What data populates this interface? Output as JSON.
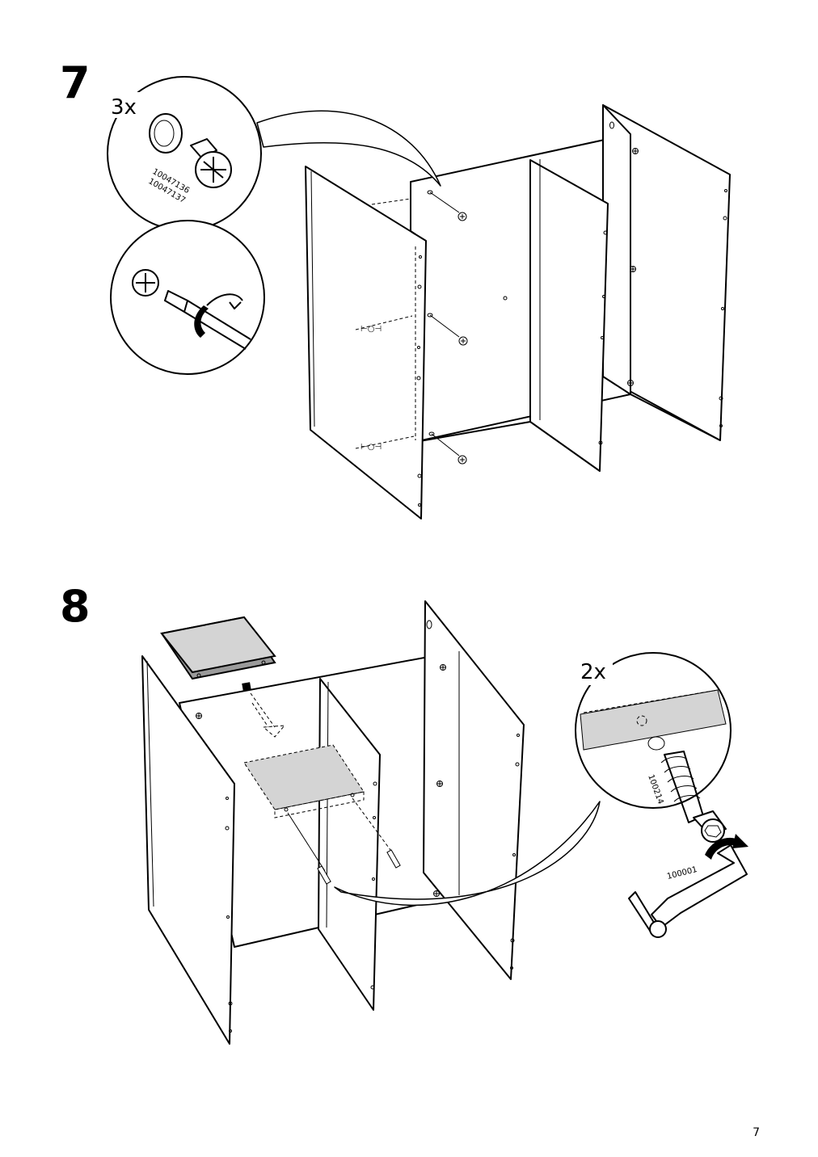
{
  "steps": [
    {
      "number": "7",
      "callouts": [
        {
          "quantity": "3x",
          "part_numbers": [
            "10047136",
            "10047137"
          ],
          "icon": "cam-lock-fitting-icon"
        },
        {
          "icon": "screwdriver-turn-icon"
        }
      ]
    },
    {
      "number": "8",
      "callouts": [
        {
          "quantity": "2x",
          "part_numbers": [
            "100214"
          ],
          "icon": "dowel-screw-icon"
        },
        {
          "part_numbers": [
            "100001"
          ],
          "icon": "allen-key-icon"
        }
      ]
    }
  ],
  "page": {
    "number": "7"
  }
}
